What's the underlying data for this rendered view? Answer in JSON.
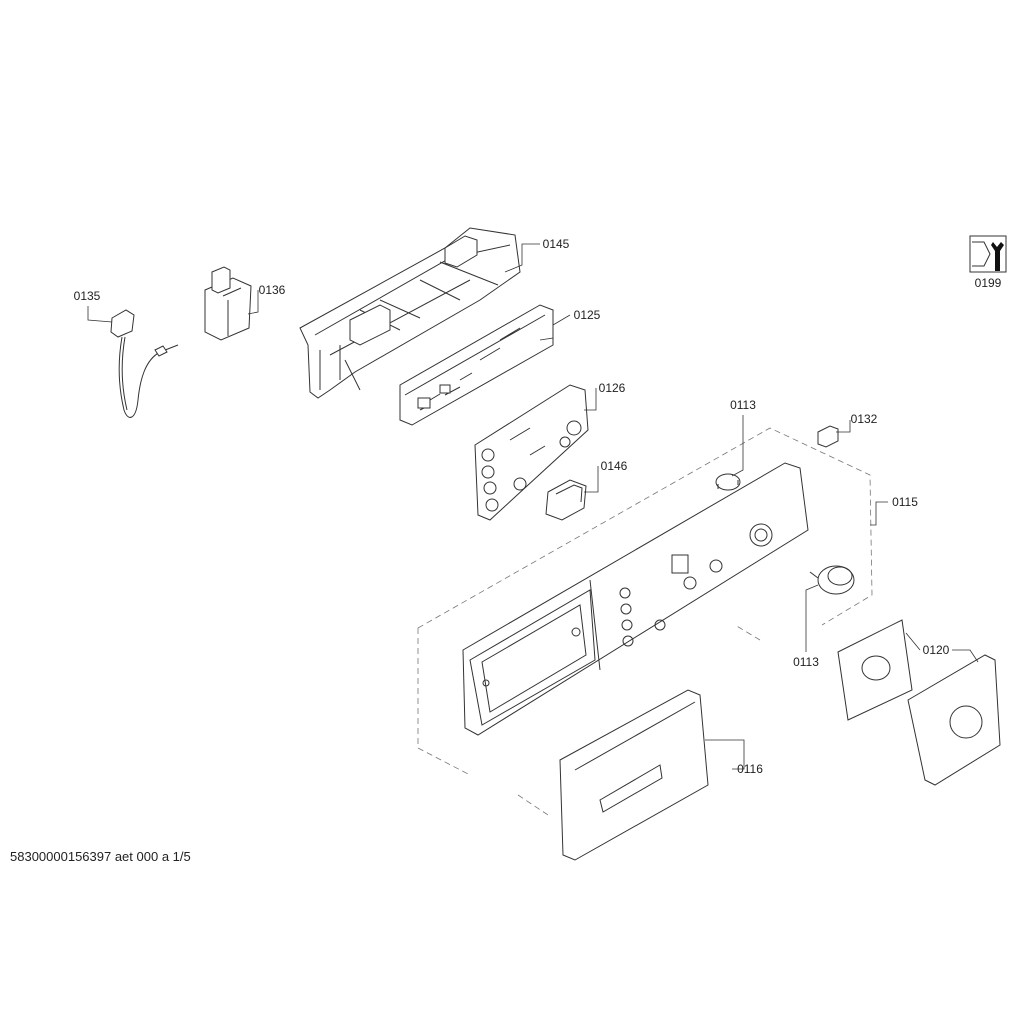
{
  "parts": [
    {
      "id": "0145"
    },
    {
      "id": "0135"
    },
    {
      "id": "0136"
    },
    {
      "id": "0125"
    },
    {
      "id": "0126"
    },
    {
      "id": "0146"
    },
    {
      "id": "0113"
    },
    {
      "id": "0132"
    },
    {
      "id": "0115"
    },
    {
      "id": "0113"
    },
    {
      "id": "0120"
    },
    {
      "id": "0116"
    },
    {
      "id": "0199"
    }
  ],
  "footer": "58300000156397 aet 000 a 1/5"
}
